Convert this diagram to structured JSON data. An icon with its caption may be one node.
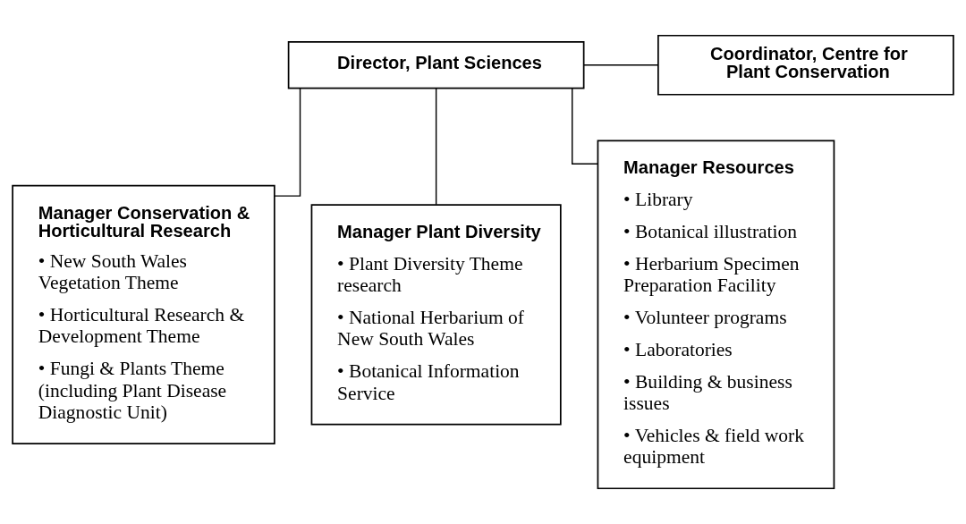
{
  "diagram": {
    "nodes": [
      {
        "text": [
          "Director, Plant Sciences"
        ]
      },
      {
        "text": [
          "Coordinator, Centre for Plant Conservation"
        ]
      },
      {
        "text": [
          "Manager Conservation & Horticultural Research",
          "• New South Wales Vegetation Theme",
          "• Horticultural Research & Development Theme",
          "• Fungi & Plants Theme (including Plant Disease Diagnostic Unit)"
        ]
      },
      {
        "text": [
          "Manager Plant Diversity",
          "• Plant Diversity Theme research",
          "• National Herbarium of New South Wales",
          "• Botanical Information Service"
        ]
      },
      {
        "text": [
          "Manager Resources",
          "• Library",
          "• Botanical illustration",
          "• Herbarium Specimen Preparation Facility",
          "• Volunteer programs",
          "• Laboratories",
          "• Building & business issues",
          "• Vehicles & field work equipment"
        ]
      }
    ],
    "edges": [
      {
        "from": 0,
        "to": 1,
        "arrow": "none"
      },
      {
        "from": 0,
        "to": 2,
        "arrow": "none"
      },
      {
        "from": 0,
        "to": 3,
        "arrow": "none"
      },
      {
        "from": 0,
        "to": 4,
        "arrow": "none"
      }
    ]
  }
}
